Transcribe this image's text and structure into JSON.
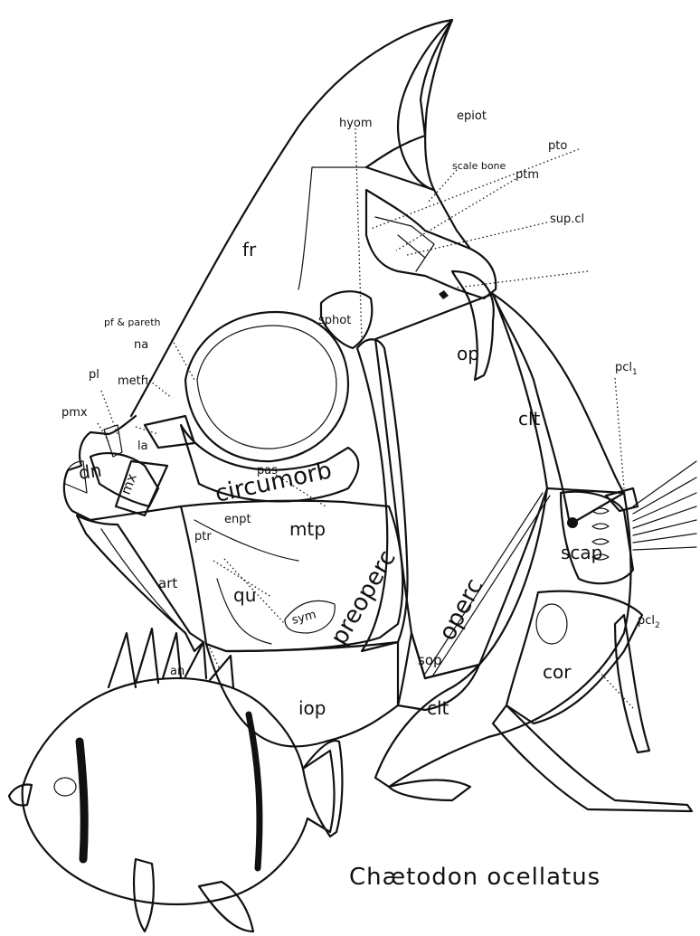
{
  "title": "Chætodon ocellatus",
  "labels": {
    "epiot": "epiot",
    "hyom": "hyom",
    "scale_bone": "scale bone",
    "pto": "pto",
    "ptm": "ptm",
    "sup_cl": "sup.cl",
    "fr": "fr",
    "sphot": "sphot",
    "pf_pareth": "pf & pareth",
    "na": "na",
    "pl": "pl",
    "meth": "meth",
    "pmx": "pmx",
    "la": "la",
    "pas": "pas",
    "circumorb": "circumorb",
    "op": "op",
    "clt_upper": "clt",
    "pcl1": "pcl",
    "pcl1_sub": "1",
    "dn": "dn",
    "mx": "mx",
    "enpt": "enpt",
    "mtp": "mtp",
    "ptr": "ptr",
    "scap": "scap",
    "art": "art",
    "qu": "qu",
    "sym": "sym",
    "preoperc": "preoperc",
    "operc": "operc",
    "pcl2": "pcl",
    "pcl2_sub": "2",
    "an": "an",
    "sop": "sop",
    "cor": "cor",
    "iop": "iop",
    "clt_lower": "clt"
  }
}
